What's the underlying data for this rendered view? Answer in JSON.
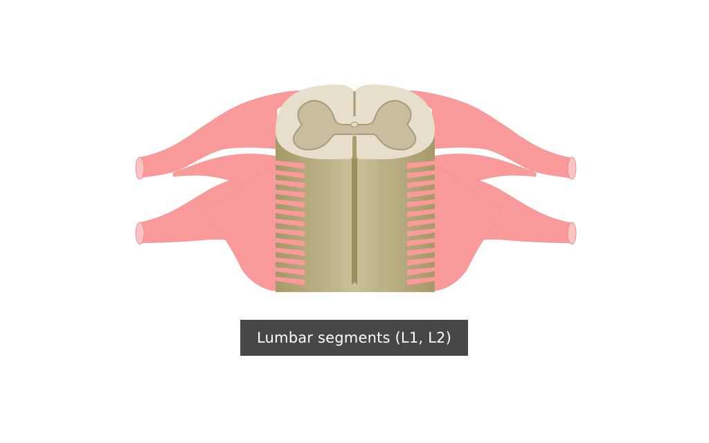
{
  "diagram": {
    "subject": "Spinal cord segment with spinal nerve roots",
    "label": "Lumbar segments (L1, L2)",
    "colors": {
      "nerve": "#fb9a9a",
      "nerve_cut_end": "#fdc3c3",
      "nerve_outline": "#e98585",
      "white_matter_top": "#e6dfcb",
      "grey_matter": "#c8bd9f",
      "grey_matter_shadow": "#a89b7c",
      "cord_side_dark": "#a69968",
      "cord_side_light": "#c8bf98",
      "fissure": "#9c8f5e",
      "label_bg": "#474747",
      "label_text": "#ffffff"
    },
    "parts": [
      "spinal-cord-cross-section",
      "grey-matter",
      "central-canal",
      "anterior-median-fissure",
      "posterior-median-sulcus",
      "dorsal-roots",
      "ventral-roots",
      "spinal-nerves-left",
      "spinal-nerves-right"
    ]
  }
}
